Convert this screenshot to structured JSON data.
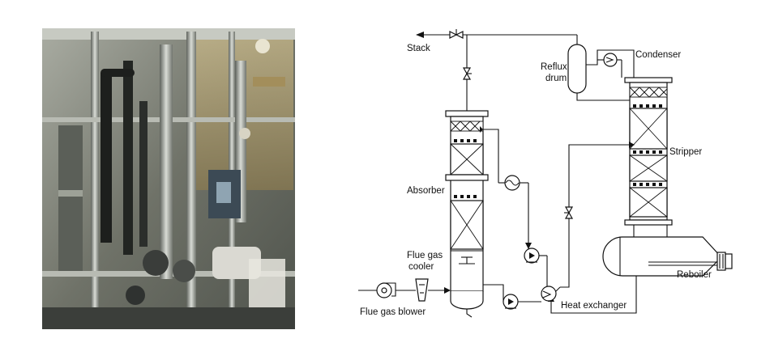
{
  "photo": {
    "alt_subject": "pilot-plant-photo"
  },
  "diagram": {
    "labels": {
      "stack": "Stack",
      "reflux_drum": [
        "Reflux",
        "drum"
      ],
      "condenser": "Condenser",
      "stripper": "Stripper",
      "absorber": "Absorber",
      "flue_gas_cooler": [
        "Flue gas",
        "cooler"
      ],
      "flue_gas_blower": "Flue gas blower",
      "heat_exchanger": "Heat exchanger",
      "reboiler": "Reboiler"
    }
  }
}
